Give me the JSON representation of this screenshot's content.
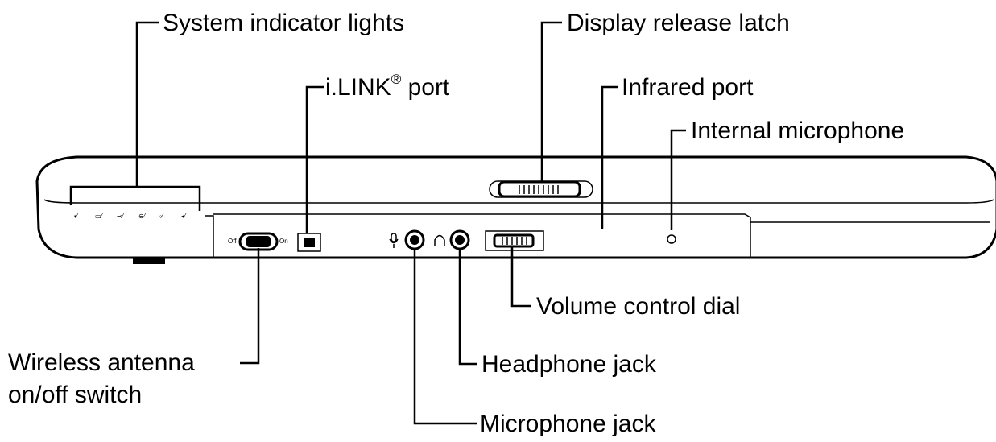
{
  "labels": {
    "system_indicator_lights": "System indicator lights",
    "display_release_latch": "Display release latch",
    "ilink_port": "i.LINK",
    "ilink_registered": "®",
    "ilink_port_suffix": " port",
    "infrared_port": "Infrared port",
    "internal_microphone": "Internal microphone",
    "volume_control_dial": "Volume control dial",
    "headphone_jack": "Headphone jack",
    "microphone_jack": "Microphone jack",
    "wireless_switch_line1": "Wireless antenna",
    "wireless_switch_line2": "on/off switch"
  },
  "switch": {
    "off_label": "Off",
    "on_label": "On"
  }
}
